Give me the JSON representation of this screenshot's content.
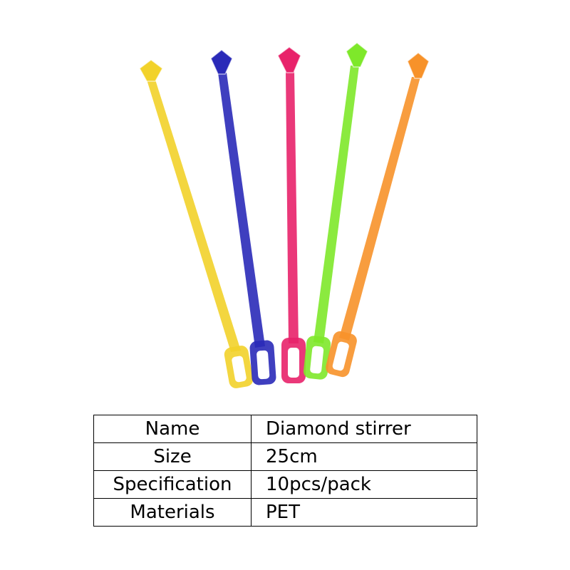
{
  "product": {
    "stirrers": [
      {
        "color_name": "yellow",
        "color": "#f2d22a"
      },
      {
        "color_name": "blue",
        "color": "#2a2ab8"
      },
      {
        "color_name": "pink",
        "color": "#e8226a"
      },
      {
        "color_name": "green",
        "color": "#7ee82a"
      },
      {
        "color_name": "orange",
        "color": "#f7922a"
      }
    ]
  },
  "spec_table": {
    "rows": [
      {
        "label": "Name",
        "value": "Diamond stirrer"
      },
      {
        "label": "Size",
        "value": "25cm"
      },
      {
        "label": "Specification",
        "value": "10pcs/pack"
      },
      {
        "label": "Materials",
        "value": "PET"
      }
    ]
  }
}
